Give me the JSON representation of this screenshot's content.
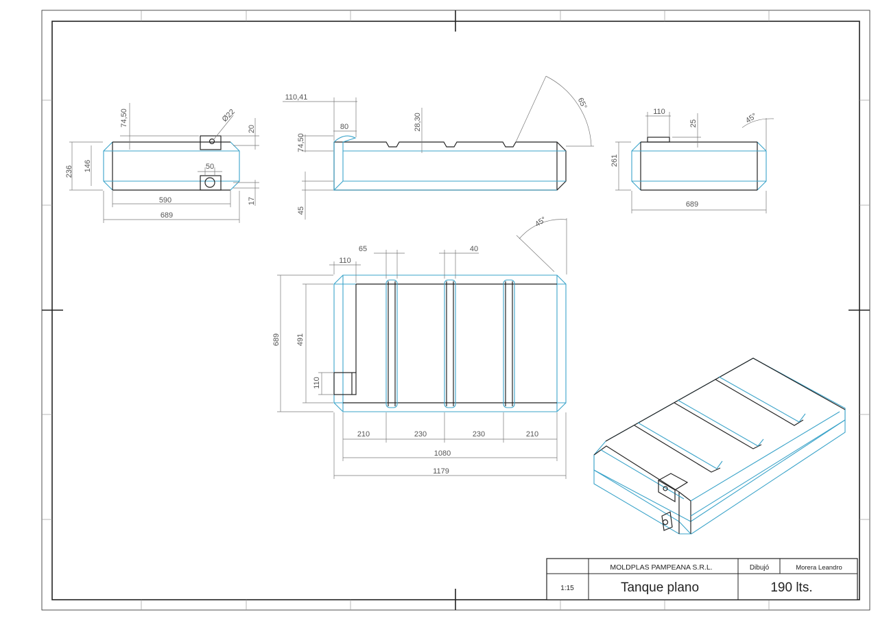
{
  "title_block": {
    "company": "MOLDPLAS PAMPEANA S.R.L.",
    "drawn_by_label": "Dibujó",
    "drawn_by": "Morera Leandro",
    "scale": "1:15",
    "part_name": "Tanque plano",
    "capacity": "190 lts."
  },
  "dimensions": {
    "side_view": {
      "d74_50": "74,50",
      "d22": "Ø22",
      "d20": "20",
      "d236": "236",
      "d146": "146",
      "d50": "50",
      "d17": "17",
      "d590": "590",
      "d689": "689"
    },
    "front_view": {
      "d110_41": "110,41",
      "d80": "80",
      "d28_30": "28,30",
      "d74_50": "74,50",
      "d45": "45",
      "d65deg": "65°"
    },
    "end_view": {
      "d110": "110",
      "d25": "25",
      "d45deg": "45°",
      "d261": "261",
      "d689": "689"
    },
    "top_view": {
      "d45deg": "45°",
      "d65": "65",
      "d40": "40",
      "d110_top": "110",
      "d689": "689",
      "d491": "491",
      "d110_side": "110",
      "d210a": "210",
      "d230a": "230",
      "d230b": "230",
      "d210b": "210",
      "d1080": "1080",
      "d1179": "1179"
    }
  },
  "colors": {
    "outline_blue": "#3aa3c9",
    "edge_black": "#222222",
    "dimension_gray": "#777777"
  }
}
